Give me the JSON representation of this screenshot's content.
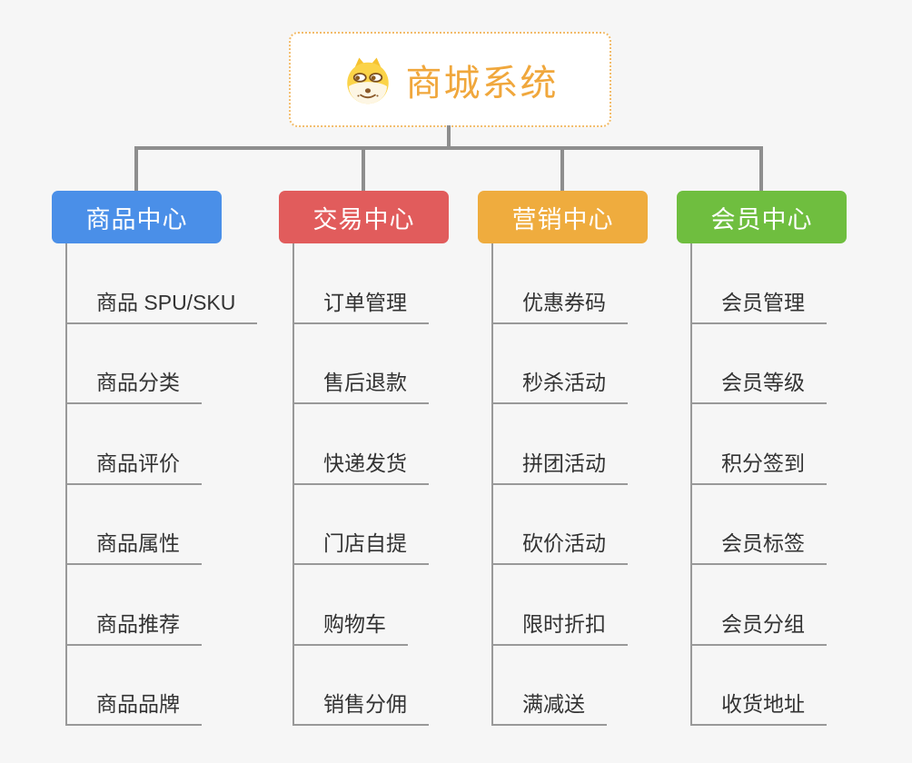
{
  "root": {
    "title": "商城系统",
    "icon": "dog-face-icon"
  },
  "branches": [
    {
      "label": "商品中心",
      "color": "#4a8fe8",
      "children": [
        "商品 SPU/SKU",
        "商品分类",
        "商品评价",
        "商品属性",
        "商品推荐",
        "商品品牌"
      ]
    },
    {
      "label": "交易中心",
      "color": "#e15c5c",
      "children": [
        "订单管理",
        "售后退款",
        "快递发货",
        "门店自提",
        "购物车",
        "销售分佣"
      ]
    },
    {
      "label": "营销中心",
      "color": "#efac3e",
      "children": [
        "优惠券码",
        "秒杀活动",
        "拼团活动",
        "砍价活动",
        "限时折扣",
        "满减送"
      ]
    },
    {
      "label": "会员中心",
      "color": "#6fbe3f",
      "children": [
        "会员管理",
        "会员等级",
        "积分签到",
        "会员标签",
        "会员分组",
        "收货地址"
      ]
    }
  ],
  "colors": {
    "background": "#f6f6f6",
    "connector": "#8e8e8e",
    "child_line": "#999999",
    "child_text": "#333333",
    "root_text": "#f0a73c",
    "root_border": "#f2bc6b"
  }
}
